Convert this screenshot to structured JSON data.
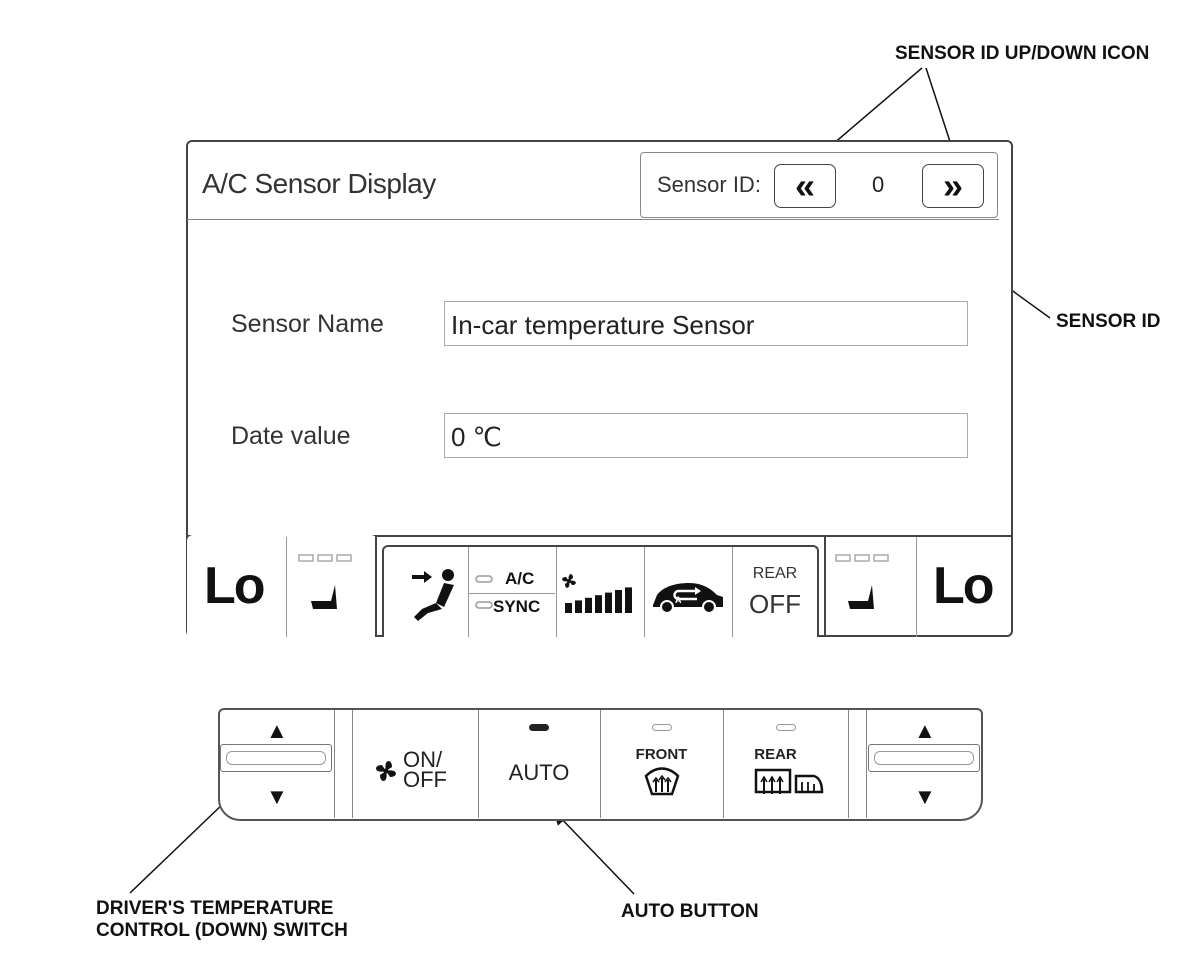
{
  "callouts": {
    "sensor_id_arrows": "SENSOR ID UP/DOWN ICON",
    "sensor_id": "SENSOR ID",
    "driver_temp_line1": "DRIVER'S TEMPERATURE",
    "driver_temp_line2": "CONTROL (DOWN) SWITCH",
    "auto_button": "AUTO BUTTON"
  },
  "display": {
    "title": "A/C Sensor Display",
    "sensor_id_label": "Sensor ID:",
    "sensor_id_value": "0",
    "prev_icon": "«",
    "next_icon": "»",
    "fields": [
      {
        "label": "Sensor Name",
        "value": "In-car temperature Sensor"
      },
      {
        "label": "Date value",
        "value": "0 ℃"
      }
    ]
  },
  "status_bar": {
    "left_temp": "Lo",
    "right_temp": "Lo",
    "ac_label": "A/C",
    "sync_label": "SYNC",
    "rear_label": "REAR",
    "rear_state": "OFF",
    "fan_level_bars": 7,
    "icons": {
      "seat_heater": "seat-icon",
      "vent_mode": "vent-mode-icon",
      "fan": "fan-icon",
      "recirculation": "recirculation-icon"
    }
  },
  "control_panel": {
    "up_glyph": "▲",
    "down_glyph": "▼",
    "fan_on": "ON/",
    "fan_off": "OFF",
    "auto": "AUTO",
    "front": "FRONT",
    "rear": "REAR"
  }
}
